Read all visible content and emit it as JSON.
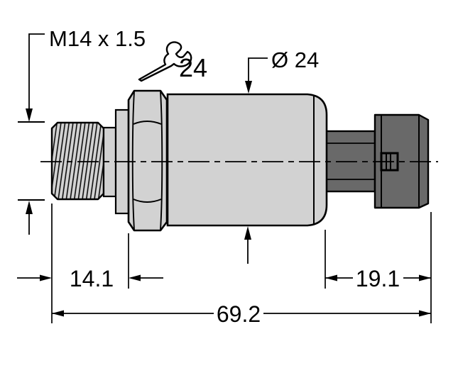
{
  "drawing": {
    "kind": "technical-dimension-drawing",
    "subject": "pressure transmitter with threaded process connection, side view",
    "labels": {
      "thread_spec": "M14 x 1.5",
      "wrench_size": "24",
      "diameter": "Ø 24"
    },
    "dimensions": {
      "port_length": "14.1",
      "connector_length": "19.1",
      "overall_length": "69.2"
    },
    "colors": {
      "housing_light": "#d2d2d2",
      "connector_dark": "#696969",
      "line": "#000000",
      "background": "#ffffff"
    }
  }
}
